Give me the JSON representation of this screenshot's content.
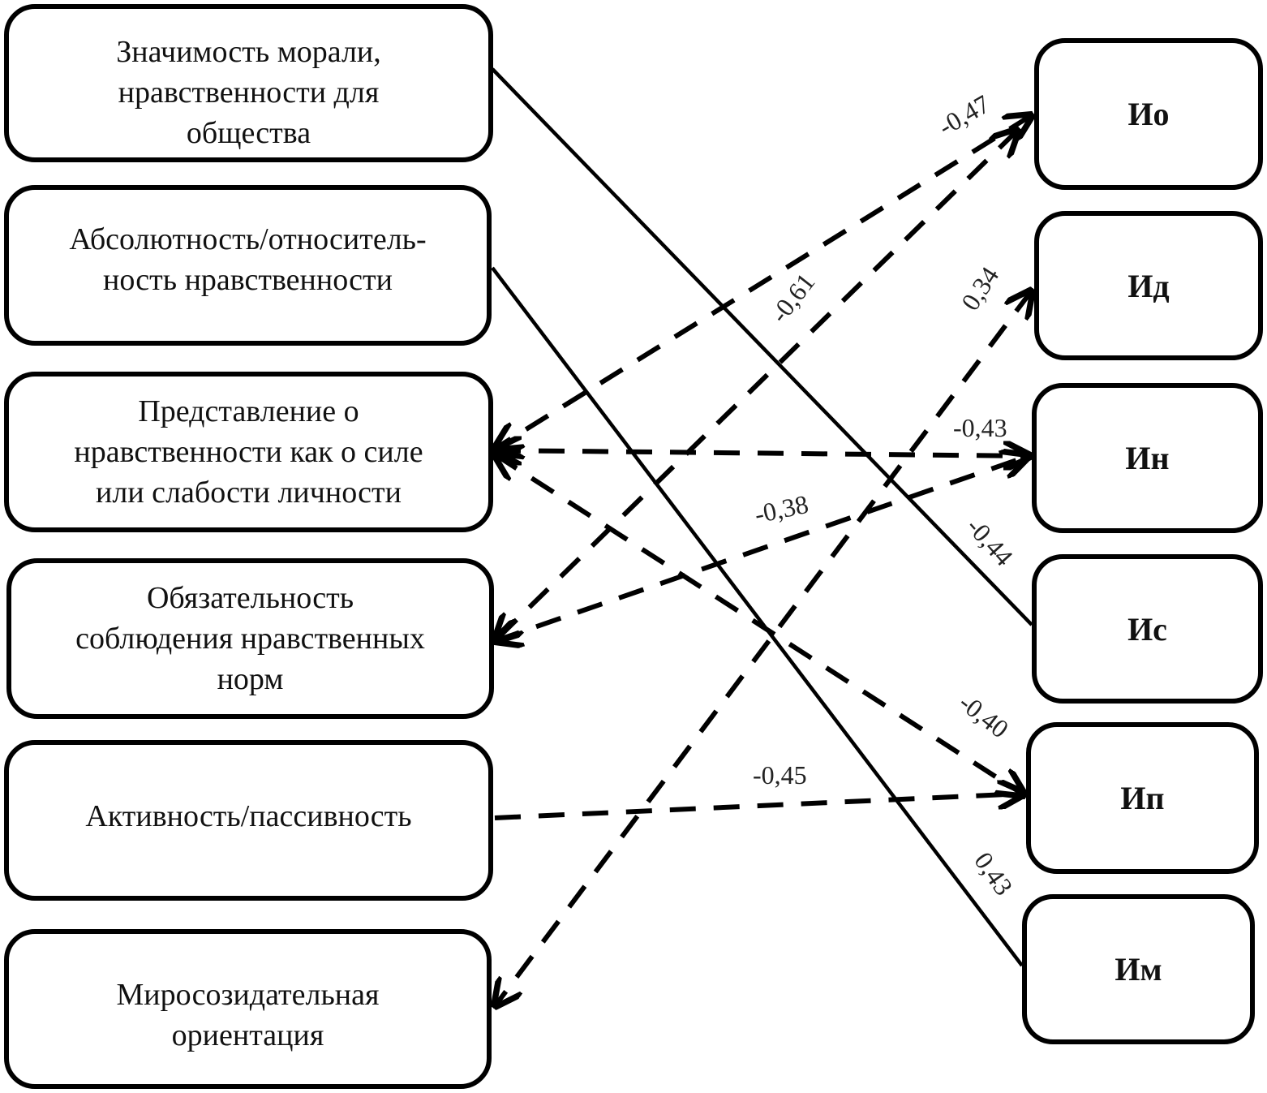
{
  "left_nodes": [
    {
      "id": "L1",
      "label": "Значимость морали,\nнравственности для\nобщества"
    },
    {
      "id": "L2",
      "label": "Абсолютность/относитель-\nность нравственности"
    },
    {
      "id": "L3",
      "label": "Представление о\nнравственности как о силе\nили слабости личности"
    },
    {
      "id": "L4",
      "label": "Обязательность\nсоблюдения нравственных\nнорм"
    },
    {
      "id": "L5",
      "label": "Активность/пассивность"
    },
    {
      "id": "L6",
      "label": "Миросозидательная\nориентация"
    }
  ],
  "right_nodes": [
    {
      "id": "R1",
      "label": "Ио"
    },
    {
      "id": "R2",
      "label": "Ид"
    },
    {
      "id": "R3",
      "label": "Ин"
    },
    {
      "id": "R4",
      "label": "Ис"
    },
    {
      "id": "R5",
      "label": "Ип"
    },
    {
      "id": "R6",
      "label": "Им"
    }
  ],
  "edges": [
    {
      "from": "L1",
      "to": "R4",
      "style": "solid",
      "arrows": "none",
      "label": "-0,44"
    },
    {
      "from": "L2",
      "to": "R6",
      "style": "solid",
      "arrows": "none",
      "label": "0,43"
    },
    {
      "from": "R1",
      "to": "L3",
      "style": "dashed",
      "arrows": "both",
      "label": "-0,47"
    },
    {
      "from": "R1",
      "to": "L4",
      "style": "dashed",
      "arrows": "both",
      "label": "-0,61"
    },
    {
      "from": "R2",
      "to": "L6",
      "style": "dashed",
      "arrows": "both",
      "label": "0,34"
    },
    {
      "from": "L3",
      "to": "R3",
      "style": "dashed",
      "arrows": "both",
      "label": "-0,43"
    },
    {
      "from": "L4",
      "to": "R3",
      "style": "dashed",
      "arrows": "both",
      "label": "-0,38"
    },
    {
      "from": "L3",
      "to": "R5",
      "style": "dashed",
      "arrows": "both",
      "label": "-0,40"
    },
    {
      "from": "L5",
      "to": "R5",
      "style": "dashed",
      "arrows": "end",
      "label": "-0,45"
    }
  ]
}
